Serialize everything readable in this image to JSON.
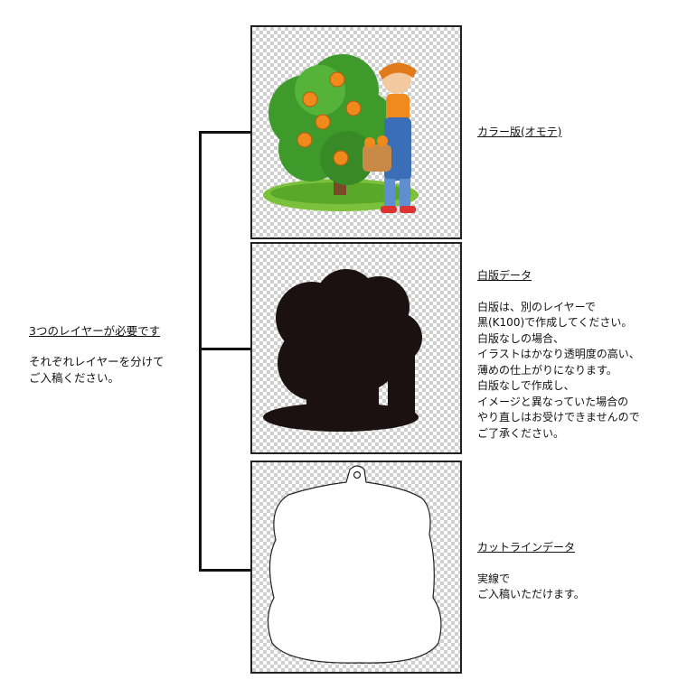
{
  "left": {
    "title": "3つのレイヤーが必要です",
    "lines": [
      "それぞれレイヤーを分けて",
      "ご入稿ください。"
    ]
  },
  "sections": [
    {
      "title": "カラー版(オモテ)",
      "lines": []
    },
    {
      "title": "白版データ",
      "lines": [
        "白版は、別のレイヤーで",
        "黒(K100)で作成してください。",
        "白版なしの場合、",
        "イラストはかなり透明度の高い、",
        "薄めの仕上がりになります。",
        "白版なしで作成し、",
        "イメージと異なっていた場合の",
        "やり直しはお受けできませんので",
        "ご了承ください。"
      ]
    },
    {
      "title": "カットラインデータ",
      "lines": [
        "実線で",
        "ご入稿いただけます。"
      ]
    }
  ],
  "colors": {
    "border": "#222222",
    "checker": "#cfcfcf",
    "silhouette": "#1a1110",
    "bush": "#3f9a2c",
    "orange": "#f08a1c",
    "overall": "#3a6fb8"
  }
}
